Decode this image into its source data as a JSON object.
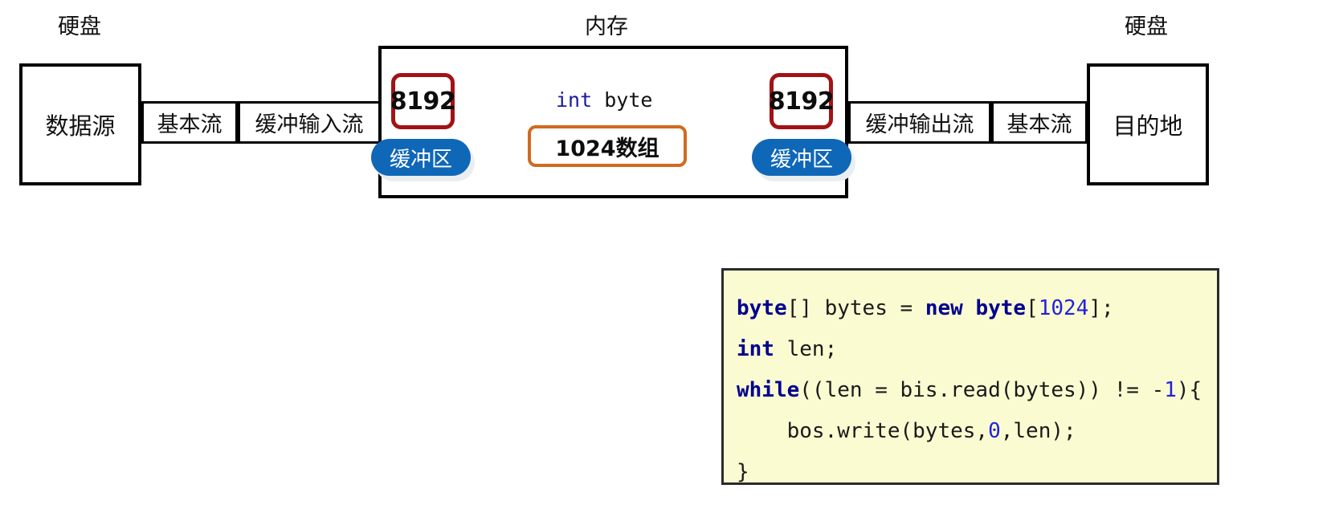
{
  "diagram": {
    "title_left": "硬盘",
    "title_center": "内存",
    "title_right": "硬盘",
    "source_box": "数据源",
    "dest_box": "目的地",
    "left_streams": [
      "基本流",
      "缓冲输入流"
    ],
    "right_streams": [
      "缓冲输出流",
      "基本流"
    ],
    "buffer_in_size": "8192",
    "buffer_out_size": "8192",
    "buffer_in_label": "缓冲区",
    "buffer_out_label": "缓冲区",
    "array_type_keyword": "int",
    "array_type_name": "byte",
    "array_box_label": "1024数组",
    "colors": {
      "buffer_pill": "#0f67b8",
      "size_box_border": "#a21316",
      "array_box_border": "#d2691e",
      "code_background": "#fbfbd2",
      "code_keyword": "#00008f",
      "code_number": "#2222dd",
      "frame": "#000000"
    }
  },
  "code": {
    "lines": [
      {
        "id": "line-1",
        "tokens": [
          {
            "t": "byte",
            "c": "kw"
          },
          {
            "t": "[] bytes = ",
            "c": ""
          },
          {
            "t": "new",
            "c": "kw"
          },
          {
            "t": " ",
            "c": ""
          },
          {
            "t": "byte",
            "c": "kw"
          },
          {
            "t": "[",
            "c": ""
          },
          {
            "t": "1024",
            "c": "num"
          },
          {
            "t": "];",
            "c": ""
          }
        ]
      },
      {
        "id": "line-2",
        "tokens": [
          {
            "t": "int",
            "c": "kw"
          },
          {
            "t": " len;",
            "c": ""
          }
        ]
      },
      {
        "id": "line-3",
        "tokens": [
          {
            "t": "while",
            "c": "kw"
          },
          {
            "t": "((len = bis.read(bytes)) != ",
            "c": ""
          },
          {
            "t": "-",
            "c": ""
          },
          {
            "t": "1",
            "c": "num"
          },
          {
            "t": "){",
            "c": ""
          }
        ]
      },
      {
        "id": "line-4",
        "tokens": [
          {
            "t": "    bos.write(bytes,",
            "c": ""
          },
          {
            "t": "0",
            "c": "num"
          },
          {
            "t": ",len);",
            "c": ""
          }
        ]
      },
      {
        "id": "line-5",
        "tokens": [
          {
            "t": "}",
            "c": ""
          }
        ]
      }
    ]
  }
}
